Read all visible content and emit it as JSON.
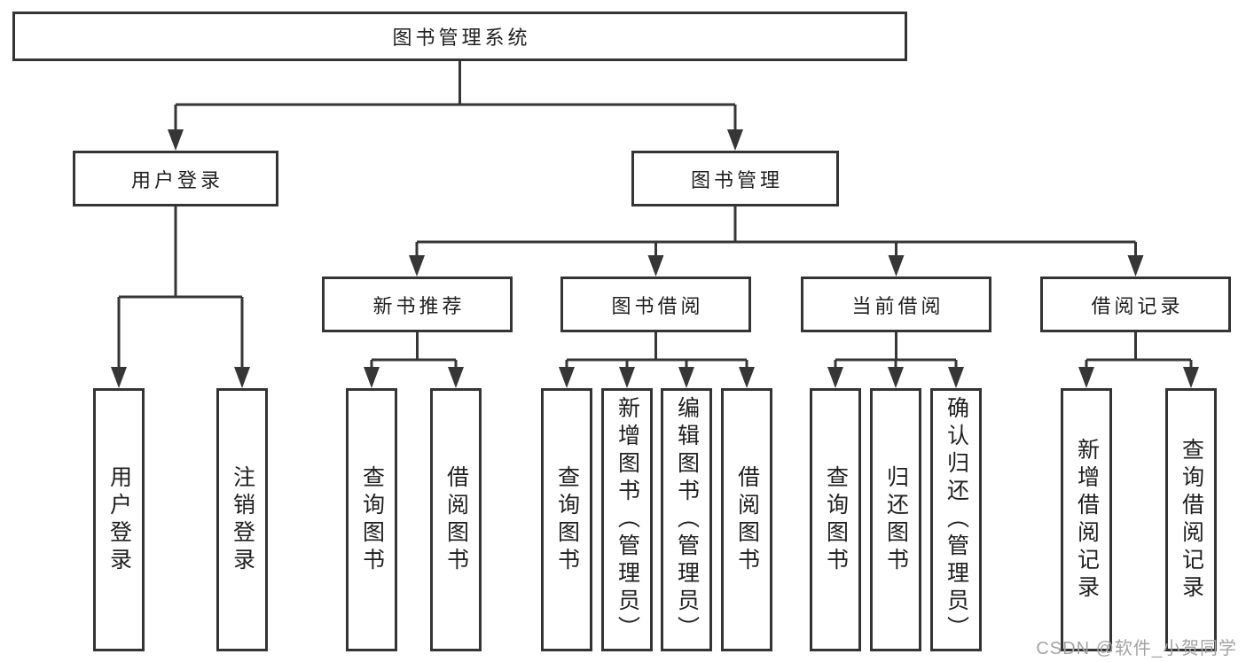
{
  "diagram": {
    "tree": {
      "root": {
        "label": "图书管理系统"
      },
      "children": [
        {
          "label": "用户登录",
          "children": [
            {
              "label": "用户登录"
            },
            {
              "label": "注销登录"
            }
          ]
        },
        {
          "label": "图书管理",
          "children": [
            {
              "label": "新书推荐",
              "children": [
                {
                  "label": "查询图书"
                },
                {
                  "label": "借阅图书"
                }
              ]
            },
            {
              "label": "图书借阅",
              "children": [
                {
                  "label": "查询图书"
                },
                {
                  "label": "新增图书（管理员）"
                },
                {
                  "label": "编辑图书（管理员）"
                },
                {
                  "label": "借阅图书"
                }
              ]
            },
            {
              "label": "当前借阅",
              "children": [
                {
                  "label": "查询图书"
                },
                {
                  "label": "归还图书"
                },
                {
                  "label": "确认归还（管理员）"
                }
              ]
            },
            {
              "label": "借阅记录",
              "children": [
                {
                  "label": "新增借阅记录"
                },
                {
                  "label": "查询借阅记录"
                }
              ]
            }
          ]
        }
      ]
    },
    "colors": {
      "line": "#363636",
      "box_border": "#343434",
      "text": "#1f1f1f",
      "background": "#ffffff",
      "watermark": "#a3a3a3"
    }
  },
  "watermark": {
    "text": "CSDN @软件_小贺同学"
  }
}
